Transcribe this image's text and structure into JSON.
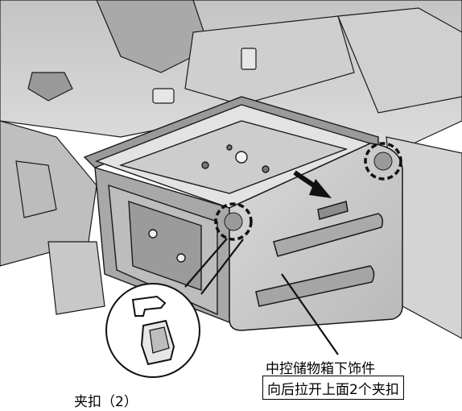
{
  "labels": {
    "part_name": "中控储物箱下饰件",
    "instruction": "向后拉开上面2个夹扣",
    "clip": "夹扣（2）"
  },
  "icons": {
    "clip_highlight": "dashed-circle-icon",
    "pull_direction": "arrow-icon",
    "clip_detail": "magnifier-detail-icon"
  },
  "colors": {
    "line": "#1a1a1a",
    "panel": "#cfcfcf",
    "background": "#ffffff"
  }
}
